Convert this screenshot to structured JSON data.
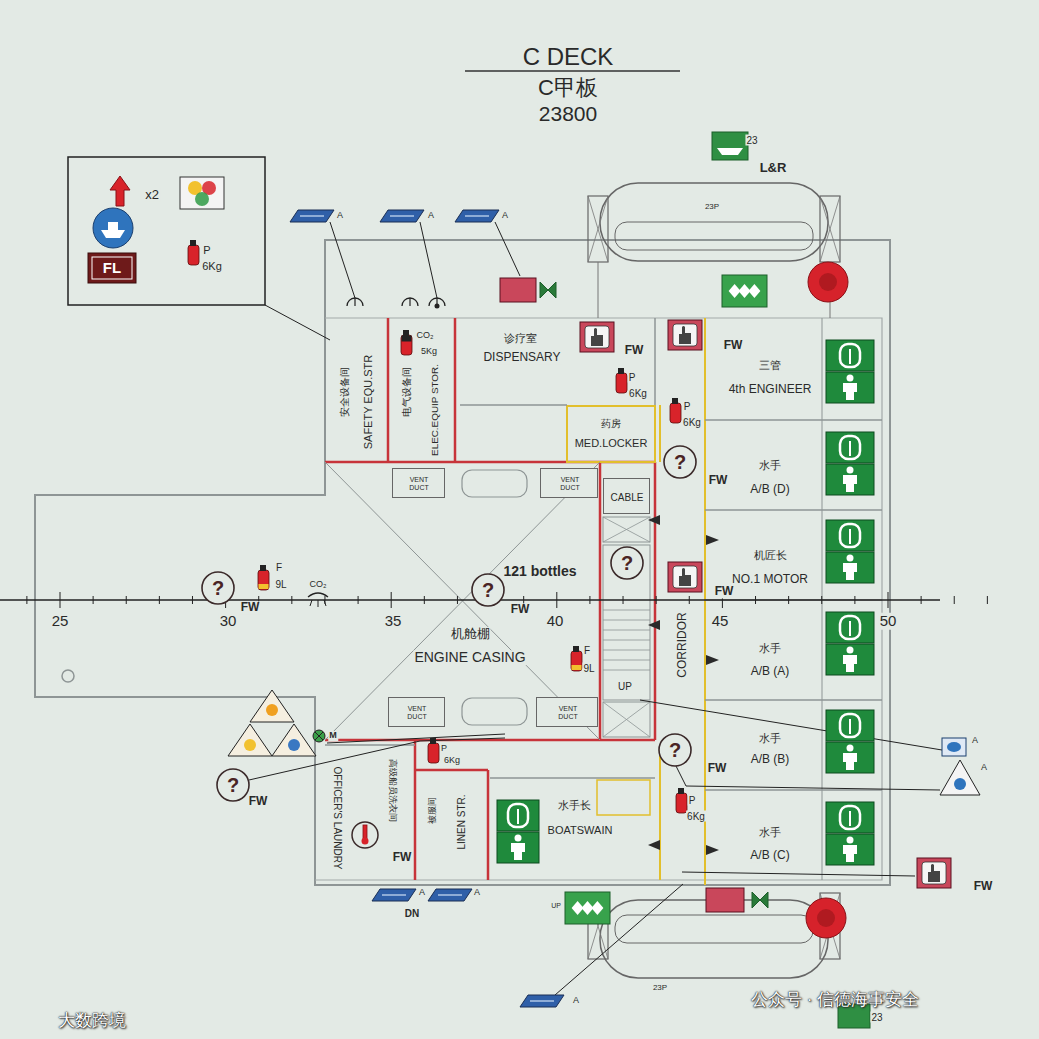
{
  "diagram": {
    "title": "C DECK",
    "nodes": [
      {
        "text": [
          "安全设备间",
          "SAFETY EQU.STR"
        ]
      },
      {
        "text": [
          "电气设备间",
          "ELEC.EQUIP STOR."
        ]
      },
      {
        "text": [
          "诊疗室",
          "DISPENSARY"
        ]
      },
      {
        "text": [
          "三管",
          "4th ENGINEER"
        ]
      },
      {
        "text": [
          "药房",
          "MED.LOCKER"
        ]
      },
      {
        "text": [
          "水手",
          "A/B (D)"
        ]
      },
      {
        "text": [
          "机舱棚",
          "ENGINE CASING"
        ]
      },
      {
        "text": [
          "VENT DUCT"
        ],
        "in": 6
      },
      {
        "text": [
          "VENT DUCT"
        ],
        "in": 6
      },
      {
        "text": [
          "CABLE"
        ]
      },
      {
        "text": [
          "CORRIDOR"
        ]
      },
      {
        "text": [
          "机匠长",
          "NO.1 MOTOR"
        ]
      },
      {
        "text": [
          "水手",
          "A/B (A)"
        ]
      },
      {
        "text": [
          "VENT DUCT"
        ],
        "in": 6
      },
      {
        "text": [
          "VENT DUCT"
        ],
        "in": 6
      },
      {
        "text": [
          "水手",
          "A/B (B)"
        ]
      },
      {
        "text": [
          "高级船员洗衣间",
          "OFFICER'S LAUNDRY"
        ]
      },
      {
        "text": [
          "被服间",
          "LINEN STR."
        ]
      },
      {
        "text": [
          "水手长",
          "BOATSWAIN"
        ]
      },
      {
        "text": [
          "水手",
          "A/B (C)"
        ]
      }
    ],
    "labels": [
      "C甲板",
      "23800",
      "x2",
      "P",
      "6Kg",
      "FL",
      "23",
      "L&R",
      "23P",
      "A",
      "A",
      "A",
      "CO₂",
      "5Kg",
      "FW",
      "FW",
      "P",
      "6Kg",
      "P",
      "6Kg",
      "?",
      "FW",
      "?",
      "FW",
      "F",
      "9L",
      "CO₂",
      "121 bottles",
      "?",
      "FW",
      "?",
      "FW",
      "F",
      "9L",
      "UP",
      "M",
      "P",
      "6Kg",
      "?",
      "FW",
      "?",
      "FW",
      "FW",
      "P",
      "6Kg",
      "DN",
      "A",
      "A",
      "UP",
      "A",
      "23P",
      "23",
      "FW",
      "A",
      "A",
      "25",
      "30",
      "35",
      "40",
      "45",
      "50",
      "大数跨境",
      "公众号 · 信德海事安全"
    ]
  }
}
